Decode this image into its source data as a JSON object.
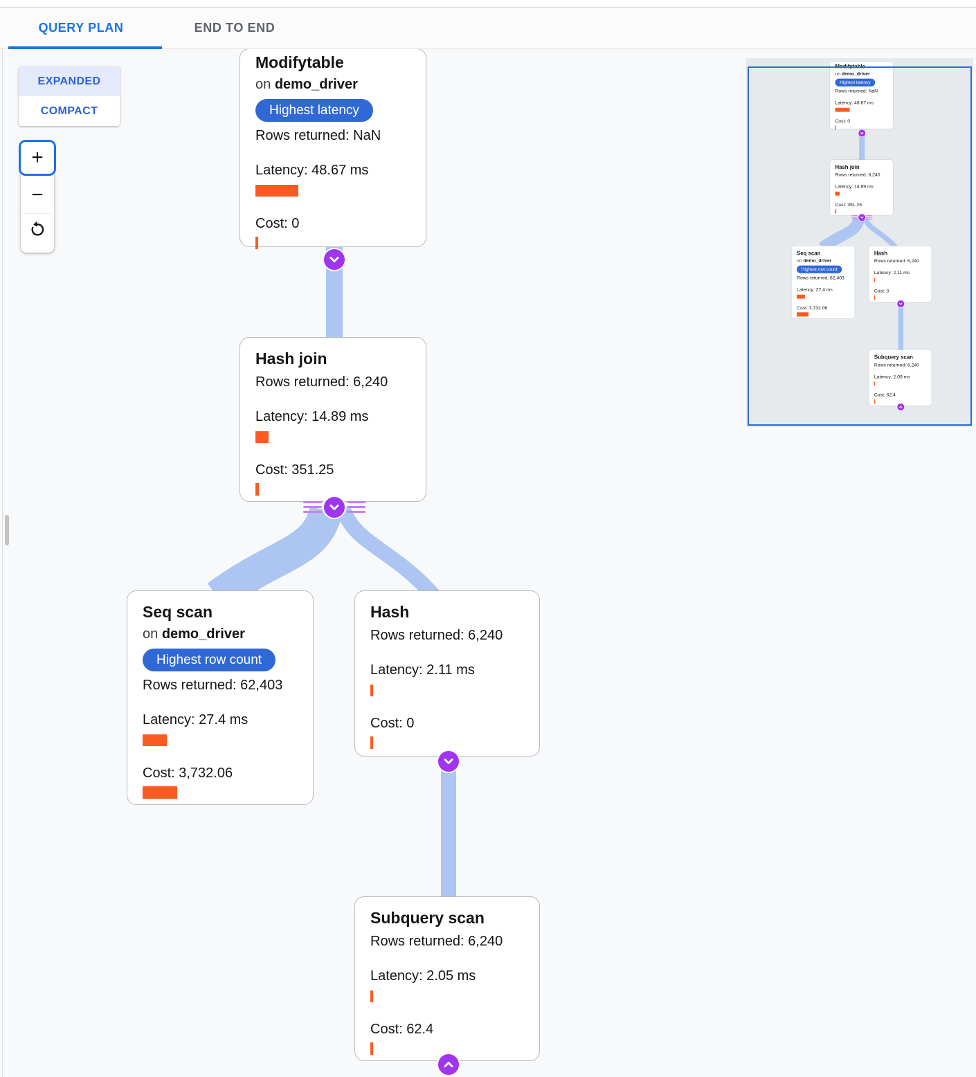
{
  "header": {
    "tabs": [
      {
        "label": "QUERY PLAN",
        "active": true
      },
      {
        "label": "END TO END",
        "active": false
      }
    ]
  },
  "controls": {
    "expanded_label": "EXPANDED",
    "compact_label": "COMPACT",
    "zoom_in_label": "+",
    "zoom_out_label": "−"
  },
  "nodes": {
    "modifytable": {
      "title": "Modifytable",
      "on_prefix": "on",
      "table": "demo_driver",
      "badge": "Highest latency",
      "rows": "Rows returned: NaN",
      "latency": "Latency: 48.67 ms",
      "latency_ms": 48.67,
      "cost": "Cost: 0",
      "cost_value": 0
    },
    "hash_join": {
      "title": "Hash join",
      "rows": "Rows returned: 6,240",
      "latency": "Latency: 14.89 ms",
      "latency_ms": 14.89,
      "cost": "Cost: 351.25",
      "cost_value": 351.25
    },
    "seq_scan": {
      "title": "Seq scan",
      "on_prefix": "on",
      "table": "demo_driver",
      "badge": "Highest row count",
      "rows": "Rows returned: 62,403",
      "latency": "Latency: 27.4 ms",
      "latency_ms": 27.4,
      "cost": "Cost: 3,732.06",
      "cost_value": 3732.06
    },
    "hash": {
      "title": "Hash",
      "rows": "Rows returned: 6,240",
      "latency": "Latency: 2.11 ms",
      "latency_ms": 2.11,
      "cost": "Cost: 0",
      "cost_value": 0
    },
    "subquery_scan": {
      "title": "Subquery scan",
      "rows": "Rows returned: 6,240",
      "latency": "Latency: 2.05 ms",
      "latency_ms": 2.05,
      "cost": "Cost: 62.4",
      "cost_value": 62.4
    }
  },
  "colors": {
    "accent_blue": "#1a73e8",
    "badge_blue": "#3069d6",
    "bar_orange": "#fb5b21",
    "edge_blue": "#adc5f2",
    "expander_purple": "#a134f0",
    "minimap_viewport_blue": "#2f6bd8"
  }
}
